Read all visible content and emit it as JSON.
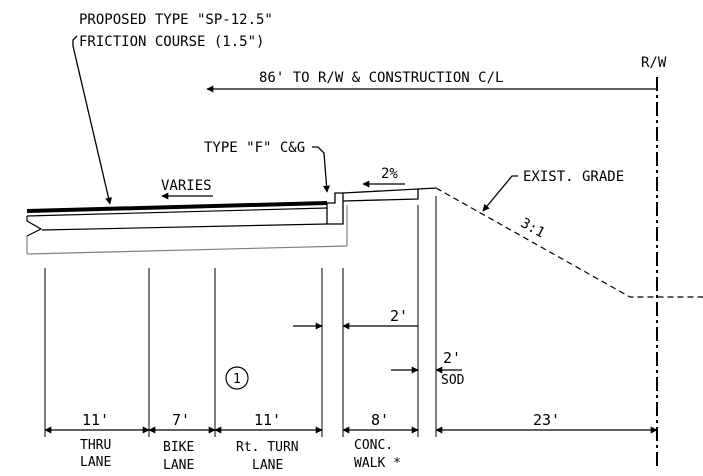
{
  "notes": {
    "friction_course_line1": "PROPOSED TYPE \"SP-12.5\"",
    "friction_course_line2": "FRICTION COURSE (1.5\")",
    "distance_to_rw": "86' TO R/W & CONSTRUCTION C/L",
    "rw_label": "R/W",
    "curb_type": "TYPE \"F\" C&G",
    "pavement_slope": "VARIES",
    "walk_slope": "2%",
    "existing_grade": "EXIST. GRADE",
    "side_slope": "3:1",
    "detail_number": "1"
  },
  "dimensions": {
    "walk_offset": "2'",
    "sod_width": "2'",
    "sod_label": "SOD"
  },
  "segments": [
    {
      "width": "11'",
      "line1": "THRU",
      "line2": "LANE"
    },
    {
      "width": "7'",
      "line1": "BIKE",
      "line2": "LANE"
    },
    {
      "width": "11'",
      "line1": "Rt. TURN",
      "line2": "LANE"
    },
    {
      "width": "8'",
      "line1": "CONC.",
      "line2": "WALK *"
    },
    {
      "width": "23'",
      "line1": "",
      "line2": ""
    }
  ],
  "colors": {
    "line": "#000000",
    "base_course": "#808080",
    "background": "#ffffff"
  }
}
